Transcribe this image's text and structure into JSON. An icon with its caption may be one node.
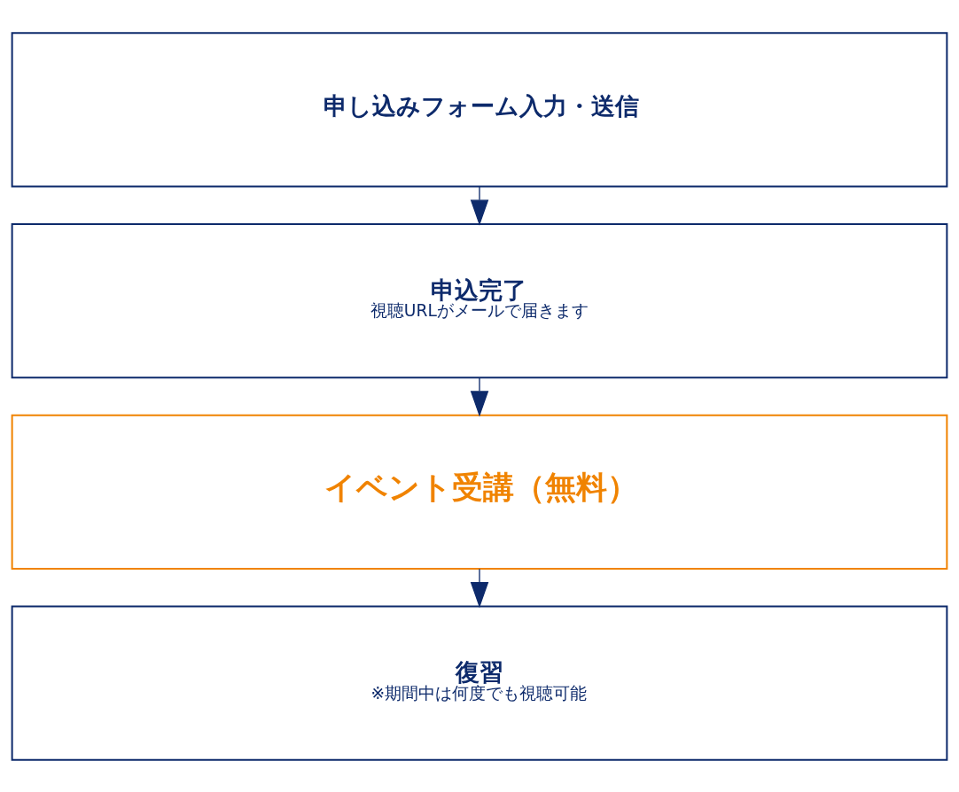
{
  "diagram": {
    "nodes": [
      {
        "text": [
          "申し込みフォーム入力・送信"
        ]
      },
      {
        "text": [
          "申込完了",
          "視聴URLがメールで届きます"
        ]
      },
      {
        "text": [
          "イベント受講（無料）"
        ]
      },
      {
        "text": [
          "復習",
          "※期間中は何度でも視聴可能"
        ]
      }
    ],
    "edges": [
      {
        "from": 0,
        "to": 1,
        "arrow": "to"
      },
      {
        "from": 1,
        "to": 2,
        "arrow": "to"
      },
      {
        "from": 2,
        "to": 3,
        "arrow": "to"
      }
    ]
  }
}
